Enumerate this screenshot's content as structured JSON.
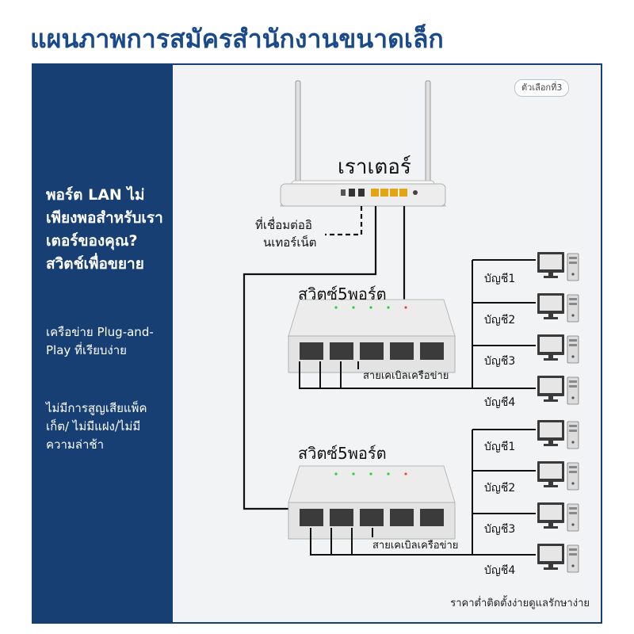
{
  "title": "แผนภาพการสมัครสำนักงานขนาดเล็ก",
  "option_badge": "ตัวเลือกที่3",
  "sidebar": {
    "heading": "พอร์ต LAN ไม่เพียงพอสำหรับเราเตอร์ของคุณ? สวิตช์เพื่อขยาย",
    "point1": "เครือข่าย Plug-and-Play ที่เรียบง่าย",
    "point2": "ไม่มีการสูญเสียแพ็คเก็ต/ ไม่มีแฝง/ไม่มีความล่าช้า"
  },
  "diagram": {
    "router_label": "เราเตอร์",
    "internet_label_line1": "ที่เชื่อมต่ออิ",
    "internet_label_line2": "นเทอร์เน็ต",
    "switch1_label": "สวิตซ์5พอร์ต",
    "switch2_label": "สวิตซ์5พอร์ต",
    "cable1_label": "สายเคเบิลเครือข่าย",
    "cable2_label": "สายเคเบิลเครือข่าย",
    "group1_accounts": [
      "บัญชี1",
      "บัญชี2",
      "บัญชี3",
      "บัญชี4"
    ],
    "group2_accounts": [
      "บัญชี1",
      "บัญชี2",
      "บัญชี3",
      "บัญชี4"
    ]
  },
  "footer": "ราคาต่ำติดตั้งง่ายดูแลรักษาง่าย",
  "colors": {
    "title": "#1a4a8a",
    "sidebar": "#173f74",
    "panel": "#f2f3f4"
  }
}
